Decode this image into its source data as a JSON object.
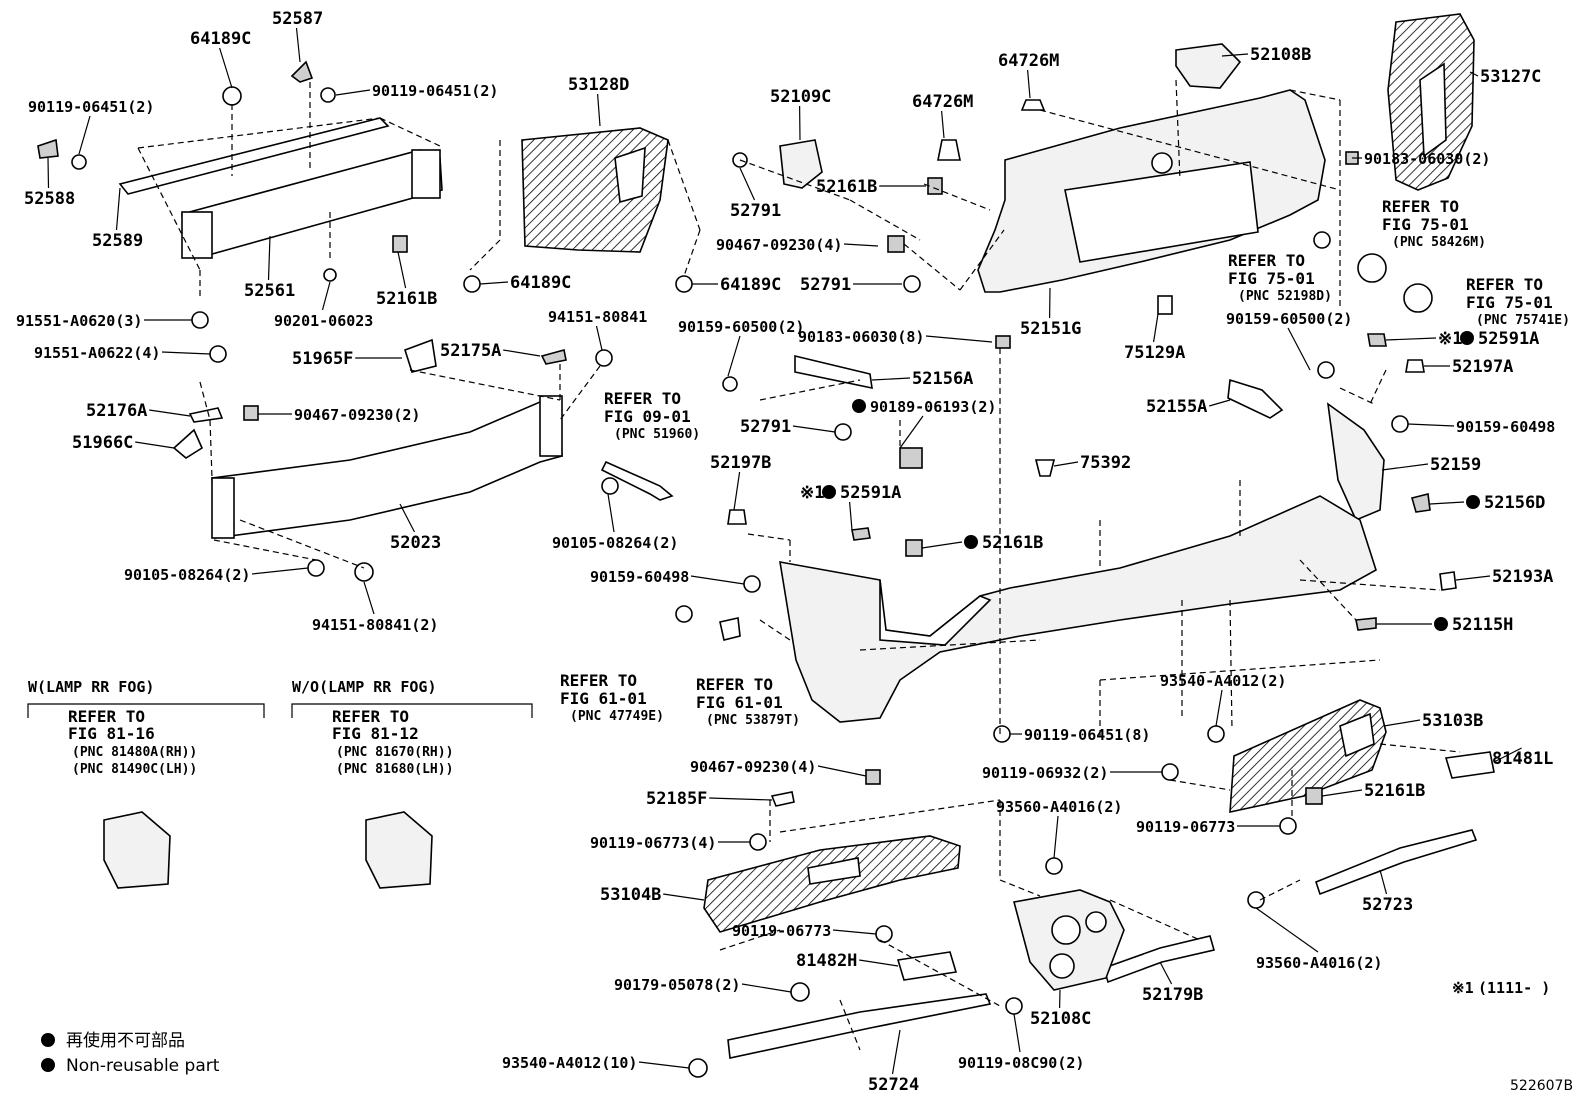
{
  "callouts": [
    {
      "id": "c1",
      "text": "64189C"
    },
    {
      "id": "c2",
      "text": "52587"
    },
    {
      "id": "c3",
      "text": "90119-06451(2)"
    },
    {
      "id": "c4",
      "text": "90119-06451(2)"
    },
    {
      "id": "c5",
      "text": "52588"
    },
    {
      "id": "c6",
      "text": "52589"
    },
    {
      "id": "c7",
      "text": "52561"
    },
    {
      "id": "c8",
      "text": "53128D"
    },
    {
      "id": "c9",
      "text": "52109C"
    },
    {
      "id": "c10",
      "text": "64726M"
    },
    {
      "id": "c11",
      "text": "64726M"
    },
    {
      "id": "c12",
      "text": "52108B"
    },
    {
      "id": "c13",
      "text": "53127C"
    },
    {
      "id": "c14",
      "text": "90183-06030(2)"
    },
    {
      "id": "c15",
      "text": "52791"
    },
    {
      "id": "c16",
      "text": "52161B"
    },
    {
      "id": "c17",
      "text": "90467-09230(4)"
    },
    {
      "id": "c18",
      "text": "52791"
    },
    {
      "id": "c19",
      "text": "52151G"
    },
    {
      "id": "c20",
      "text": "75129A"
    },
    {
      "id": "c21",
      "text": "52161B"
    },
    {
      "id": "c22",
      "text": "64189C"
    },
    {
      "id": "c23",
      "text": "64189C"
    },
    {
      "id": "c24",
      "text": "91551-A0620(3)"
    },
    {
      "id": "c25",
      "text": "90201-06023"
    },
    {
      "id": "c26",
      "text": "91551-A0622(4)"
    },
    {
      "id": "c27",
      "text": "51965F"
    },
    {
      "id": "c28",
      "text": "52175A"
    },
    {
      "id": "c29",
      "text": "94151-80841"
    },
    {
      "id": "c30",
      "text": "90159-60500(2)"
    },
    {
      "id": "c31",
      "text": "90183-06030(8)"
    },
    {
      "id": "c32",
      "text": "90159-60500(2)"
    },
    {
      "id": "c33",
      "text": "52591A",
      "nonreusable": true,
      "note": "※1"
    },
    {
      "id": "c34",
      "text": "52197A"
    },
    {
      "id": "c35",
      "text": "52156A"
    },
    {
      "id": "c36",
      "text": "90189-06193(2)",
      "nonreusable": true
    },
    {
      "id": "c37",
      "text": "52155A"
    },
    {
      "id": "c38",
      "text": "90159-60498"
    },
    {
      "id": "c39",
      "text": "52176A"
    },
    {
      "id": "c40",
      "text": "90467-09230(2)"
    },
    {
      "id": "c41",
      "text": "51966C"
    },
    {
      "id": "c42",
      "text": "52791"
    },
    {
      "id": "c43",
      "text": "52197B"
    },
    {
      "id": "c44",
      "text": "75392"
    },
    {
      "id": "c45",
      "text": "52159"
    },
    {
      "id": "c46",
      "text": "52591A",
      "nonreusable": true,
      "note": "※1"
    },
    {
      "id": "c47",
      "text": "52156D",
      "nonreusable": true
    },
    {
      "id": "c48",
      "text": "52023"
    },
    {
      "id": "c49",
      "text": "90105-08264(2)"
    },
    {
      "id": "c50",
      "text": "52161B",
      "nonreusable": true
    },
    {
      "id": "c51",
      "text": "90105-08264(2)"
    },
    {
      "id": "c52",
      "text": "90159-60498"
    },
    {
      "id": "c53",
      "text": "52193A"
    },
    {
      "id": "c54",
      "text": "94151-80841(2)"
    },
    {
      "id": "c55",
      "text": "52115H",
      "nonreusable": true
    },
    {
      "id": "c56",
      "text": "93540-A4012(2)"
    },
    {
      "id": "c57",
      "text": "53103B"
    },
    {
      "id": "c58",
      "text": "90119-06451(8)"
    },
    {
      "id": "c59",
      "text": "81481L"
    },
    {
      "id": "c60",
      "text": "90467-09230(4)"
    },
    {
      "id": "c61",
      "text": "90119-06932(2)"
    },
    {
      "id": "c62",
      "text": "52161B"
    },
    {
      "id": "c63",
      "text": "52185F"
    },
    {
      "id": "c64",
      "text": "93560-A4016(2)"
    },
    {
      "id": "c65",
      "text": "90119-06773"
    },
    {
      "id": "c66",
      "text": "90119-06773(4)"
    },
    {
      "id": "c67",
      "text": "52723"
    },
    {
      "id": "c68",
      "text": "53104B"
    },
    {
      "id": "c69",
      "text": "90119-06773"
    },
    {
      "id": "c70",
      "text": "81482H"
    },
    {
      "id": "c71",
      "text": "93560-A4016(2)"
    },
    {
      "id": "c72",
      "text": "52179B"
    },
    {
      "id": "c73",
      "text": "90179-05078(2)"
    },
    {
      "id": "c74",
      "text": "52108C"
    },
    {
      "id": "c75",
      "text": "93540-A4012(10)"
    },
    {
      "id": "c76",
      "text": "52724"
    },
    {
      "id": "c77",
      "text": "90119-08C90(2)"
    }
  ],
  "references": [
    {
      "id": "r1",
      "lines": [
        "REFER TO",
        "FIG 75-01"
      ],
      "pnc": "(PNC 58426M)"
    },
    {
      "id": "r2",
      "lines": [
        "REFER TO",
        "FIG 75-01"
      ],
      "pnc": "(PNC 52198D)"
    },
    {
      "id": "r3",
      "lines": [
        "REFER TO",
        "FIG 75-01"
      ],
      "pnc": "(PNC 75741E)"
    },
    {
      "id": "r4",
      "lines": [
        "REFER TO",
        "FIG 09-01"
      ],
      "pnc": "(PNC 51960)"
    },
    {
      "id": "r5",
      "lines": [
        "REFER TO",
        "FIG 61-01"
      ],
      "pnc": "(PNC 47749E)"
    },
    {
      "id": "r6",
      "lines": [
        "REFER TO",
        "FIG 61-01"
      ],
      "pnc": "(PNC 53879T)"
    }
  ],
  "variants": [
    {
      "id": "v1",
      "heading": "W(LAMP RR FOG)",
      "lines": [
        "REFER TO",
        "FIG 81-16"
      ],
      "pnc": [
        "(PNC 81480A(RH))",
        "(PNC 81490C(LH))"
      ]
    },
    {
      "id": "v2",
      "heading": "W/O(LAMP RR FOG)",
      "lines": [
        "REFER TO",
        "FIG 81-12"
      ],
      "pnc": [
        "(PNC 81670(RH))",
        "(PNC 81680(LH))"
      ]
    }
  ],
  "footnote": {
    "mark": "※1",
    "text": "(1111-      )"
  },
  "legend": [
    {
      "text": "再使用不可部品"
    },
    {
      "text": "Non-reusable part"
    }
  ],
  "drawing_number": "522607B"
}
